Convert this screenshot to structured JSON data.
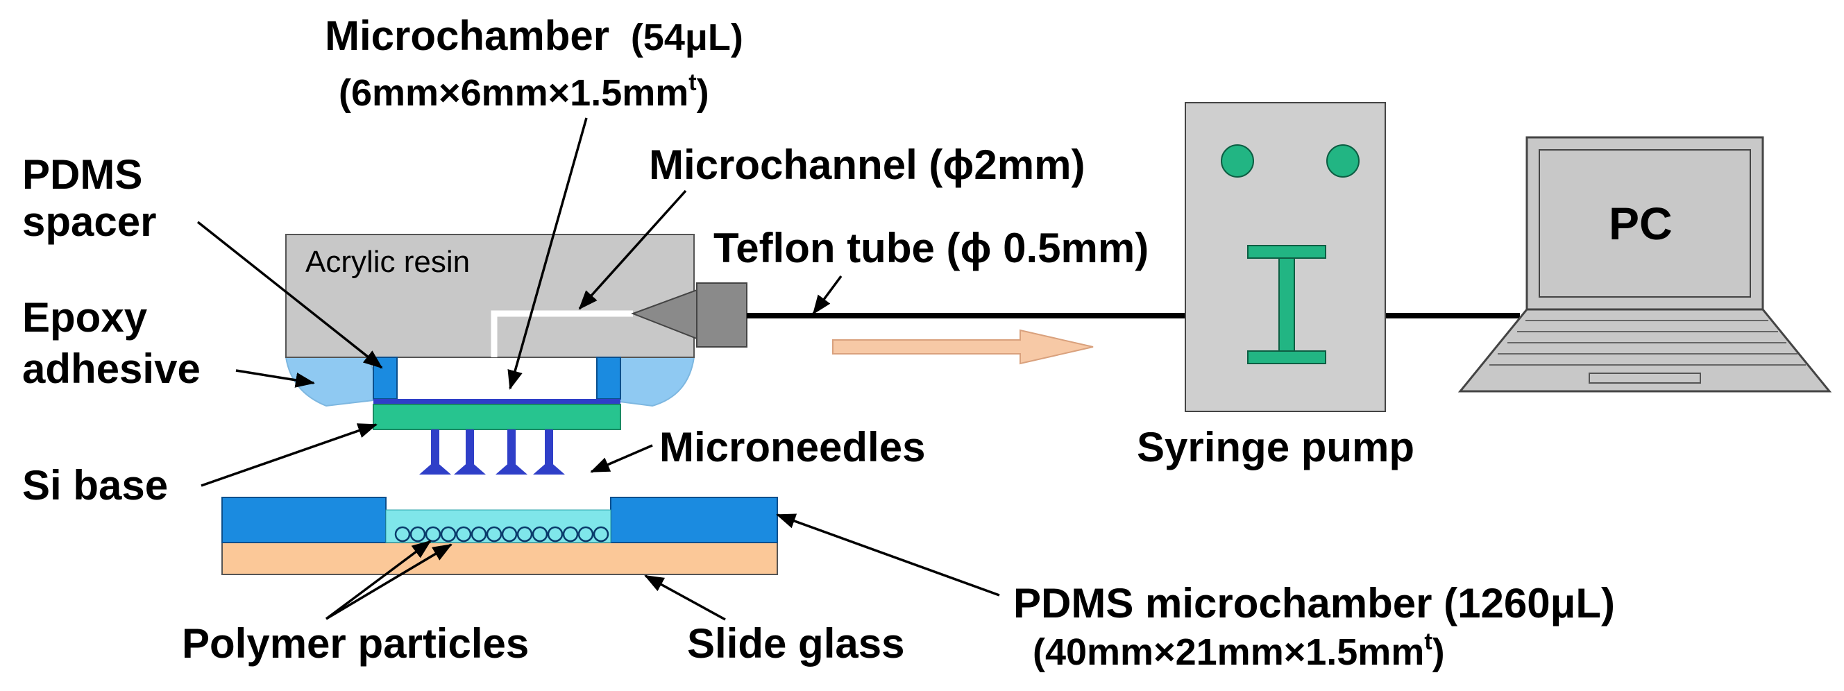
{
  "labels": {
    "microchamber_title": "Microchamber",
    "microchamber_volume": "(54μL)",
    "microchamber_dims": "(6mm×6mm×1.5mm",
    "microchamber_dims_sup": "t",
    "microchamber_dims_close": ")",
    "microchannel": "Microchannel (ϕ2mm)",
    "pdms_spacer_line1": "PDMS",
    "pdms_spacer_line2": "spacer",
    "acrylic_resin": "Acrylic resin",
    "teflon_tube": "Teflon tube (ϕ 0.5mm)",
    "epoxy_line1": "Epoxy",
    "epoxy_line2": "adhesive",
    "si_base": "Si base",
    "microneedles": "Microneedles",
    "syringe_pump": "Syringe pump",
    "pc": "PC",
    "pdms_microchamber": "PDMS microchamber (1260μL)",
    "pdms_microchamber_dims": "(40mm×21mm×1.5mm",
    "pdms_microchamber_dims_sup": "t",
    "pdms_microchamber_dims_close": ")",
    "polymer_particles": "Polymer particles",
    "slide_glass": "Slide glass"
  },
  "colors": {
    "acrylic": "#c8c8c8",
    "epoxy": "#8fc9f2",
    "pdms_blue": "#1b8be0",
    "si_base": "#27c48f",
    "needles": "#2f3fc8",
    "slide_glass": "#fbc898",
    "chamber_fluid": "#7fe6ea",
    "pump_teal": "#22b583",
    "arrow_fill": "#f7c9a6",
    "gray_fitting": "#8a8a8a"
  },
  "icons": [
    "syringe-pump-icon",
    "laptop-icon",
    "flow-arrow-icon"
  ]
}
